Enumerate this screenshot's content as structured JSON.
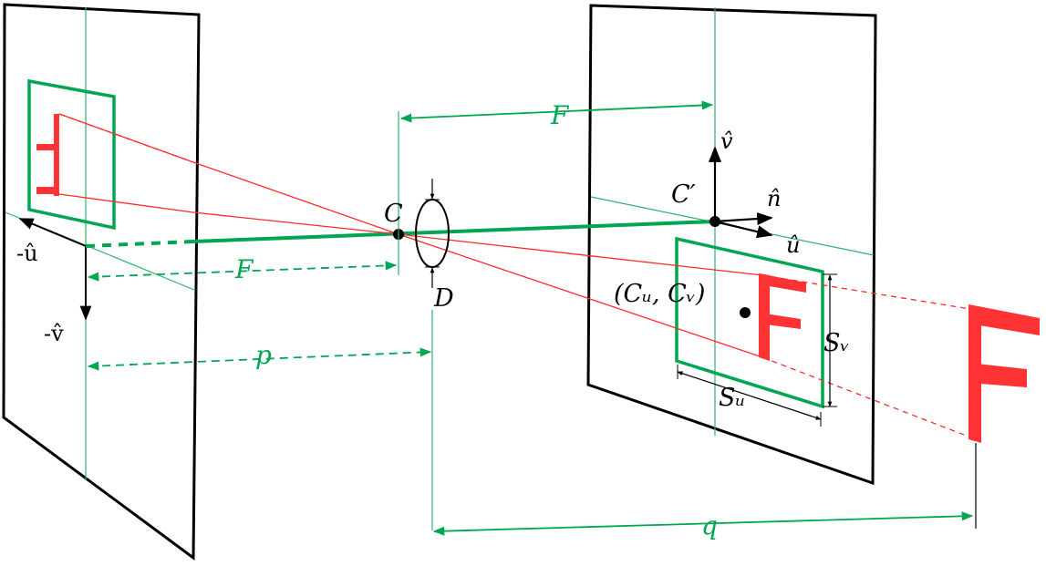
{
  "colors": {
    "frame": "#000000",
    "optical": "#00a651",
    "guide": "#2db36b",
    "ray": "#ff2a2a",
    "object": "#ff3333"
  },
  "labels": {
    "F_top": "F",
    "F_left": "F",
    "C": "C",
    "D": "D",
    "p": "p",
    "q": "q",
    "C_prime": "C′",
    "u_hat_neg": "-û",
    "v_hat_neg": "-v̂",
    "v_hat": "v̂",
    "n_hat": "n̂",
    "u_hat": "û",
    "center_coords": "(Cᵤ, Cᵥ)",
    "S_v": "Sᵥ",
    "S_u": "Sᵤ",
    "object_letter": "F"
  }
}
